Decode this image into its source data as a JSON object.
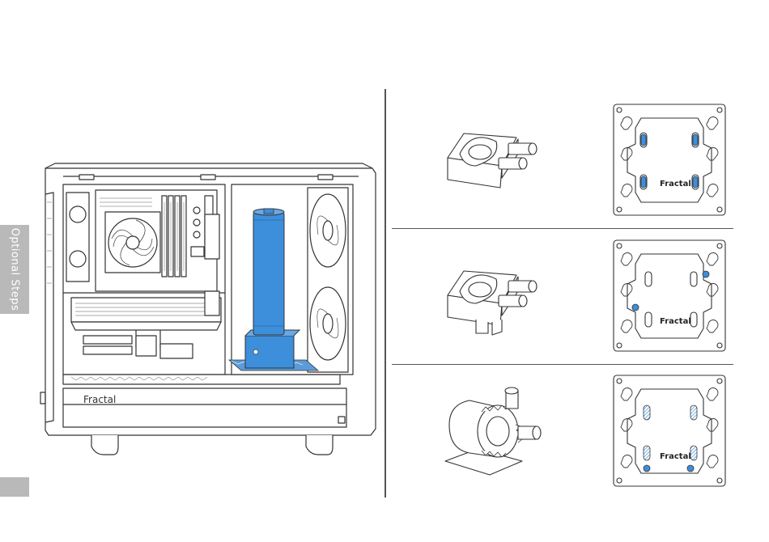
{
  "sidebar": {
    "tab_label": "Optional Steps"
  },
  "case": {
    "brand": "Fractal",
    "highlight_color": "#3d8fdb"
  },
  "plates": [
    {
      "brand": "Fractal"
    },
    {
      "brand": "Fractal"
    },
    {
      "brand": "Fractal"
    }
  ],
  "colors": {
    "accent": "#3d8fdb",
    "line": "#333333",
    "tab": "#b9b9b9"
  }
}
